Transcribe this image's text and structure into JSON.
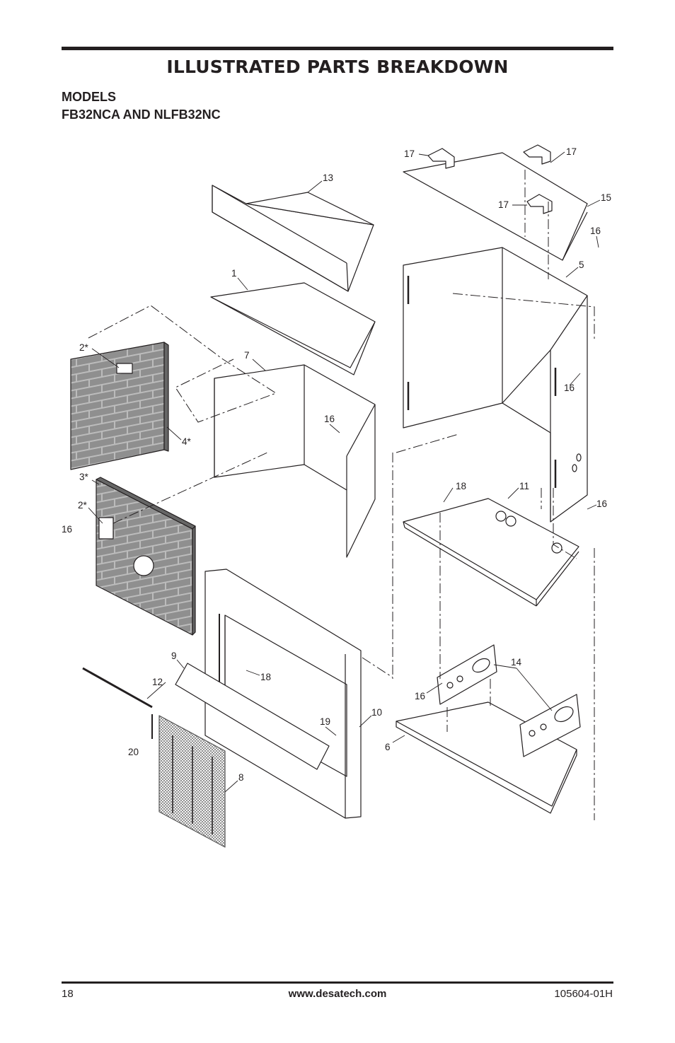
{
  "header": {
    "title": "ILLUSTRATED PARTS BREAKDOWN",
    "models_label": "MODELS",
    "models_list": "FB32NCA AND NLFB32NC"
  },
  "diagram": {
    "callouts": [
      {
        "id": "c13",
        "label": "13"
      },
      {
        "id": "c1",
        "label": "1"
      },
      {
        "id": "c7",
        "label": "7"
      },
      {
        "id": "c2a",
        "label": "2*"
      },
      {
        "id": "c4",
        "label": "4*"
      },
      {
        "id": "c3",
        "label": "3*"
      },
      {
        "id": "c2b",
        "label": "2*"
      },
      {
        "id": "c16a",
        "label": "16"
      },
      {
        "id": "c16b",
        "label": "16"
      },
      {
        "id": "c17a",
        "label": "17"
      },
      {
        "id": "c17b",
        "label": "17"
      },
      {
        "id": "c17c",
        "label": "17"
      },
      {
        "id": "c15",
        "label": "15"
      },
      {
        "id": "c16c",
        "label": "16"
      },
      {
        "id": "c5",
        "label": "5"
      },
      {
        "id": "c16d",
        "label": "16"
      },
      {
        "id": "c18a",
        "label": "18"
      },
      {
        "id": "c11",
        "label": "11"
      },
      {
        "id": "c16e",
        "label": "16"
      },
      {
        "id": "c9",
        "label": "9"
      },
      {
        "id": "c18b",
        "label": "18"
      },
      {
        "id": "c12",
        "label": "12"
      },
      {
        "id": "c20",
        "label": "20"
      },
      {
        "id": "c19",
        "label": "19"
      },
      {
        "id": "c10",
        "label": "10"
      },
      {
        "id": "c8",
        "label": "8"
      },
      {
        "id": "c14",
        "label": "14"
      },
      {
        "id": "c16f",
        "label": "16"
      },
      {
        "id": "c6",
        "label": "6"
      }
    ]
  },
  "footer": {
    "page_number": "18",
    "website": "www.desatech.com",
    "doc_number": "105604-01H"
  }
}
